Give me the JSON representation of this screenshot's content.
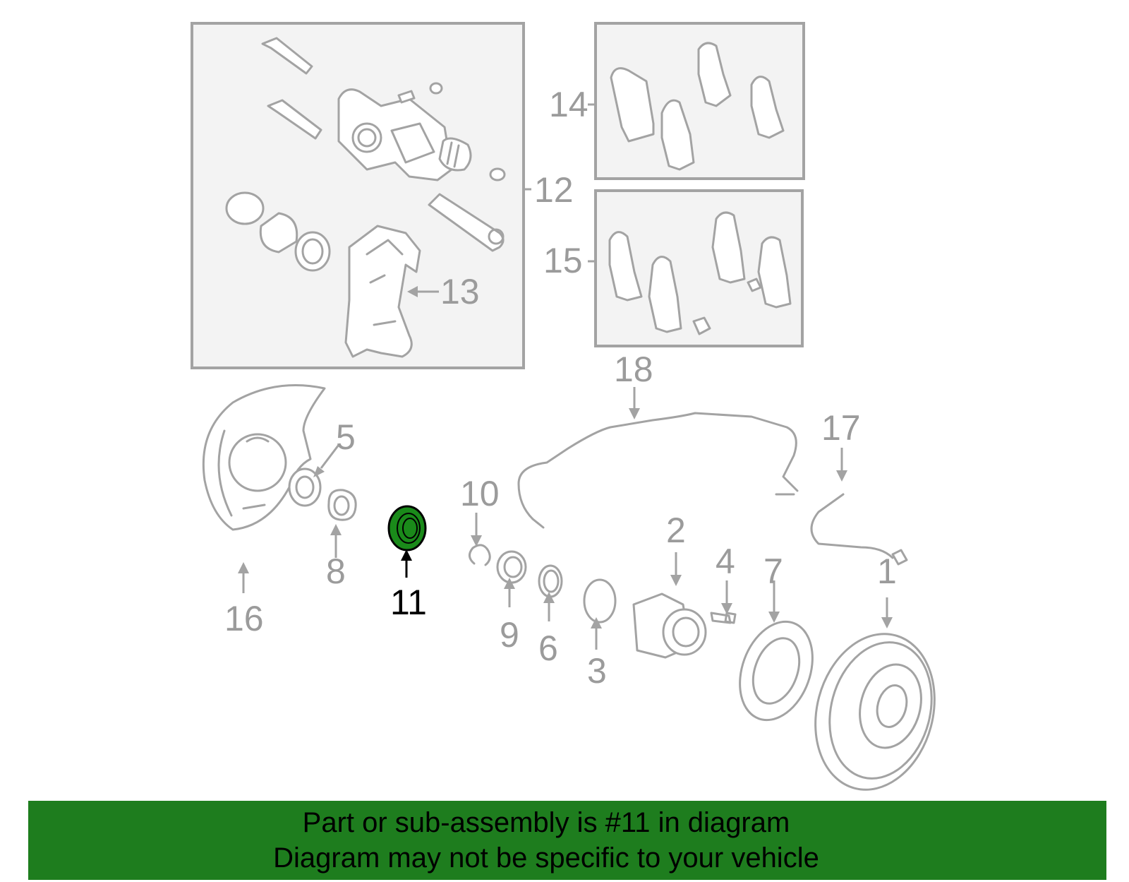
{
  "callouts": {
    "c1": "1",
    "c2": "2",
    "c3": "3",
    "c4": "4",
    "c5": "5",
    "c6": "6",
    "c7": "7",
    "c8": "8",
    "c9": "9",
    "c10": "10",
    "c11": "11",
    "c12": "12",
    "c13": "13",
    "c14": "14",
    "c15": "15",
    "c16": "16",
    "c17": "17",
    "c18": "18"
  },
  "highlight": {
    "part_number": "11",
    "color": "#1e7d1e"
  },
  "banner": {
    "line1": "Part or sub-assembly is #11 in diagram",
    "line2": "Diagram may not be specific to your vehicle"
  }
}
